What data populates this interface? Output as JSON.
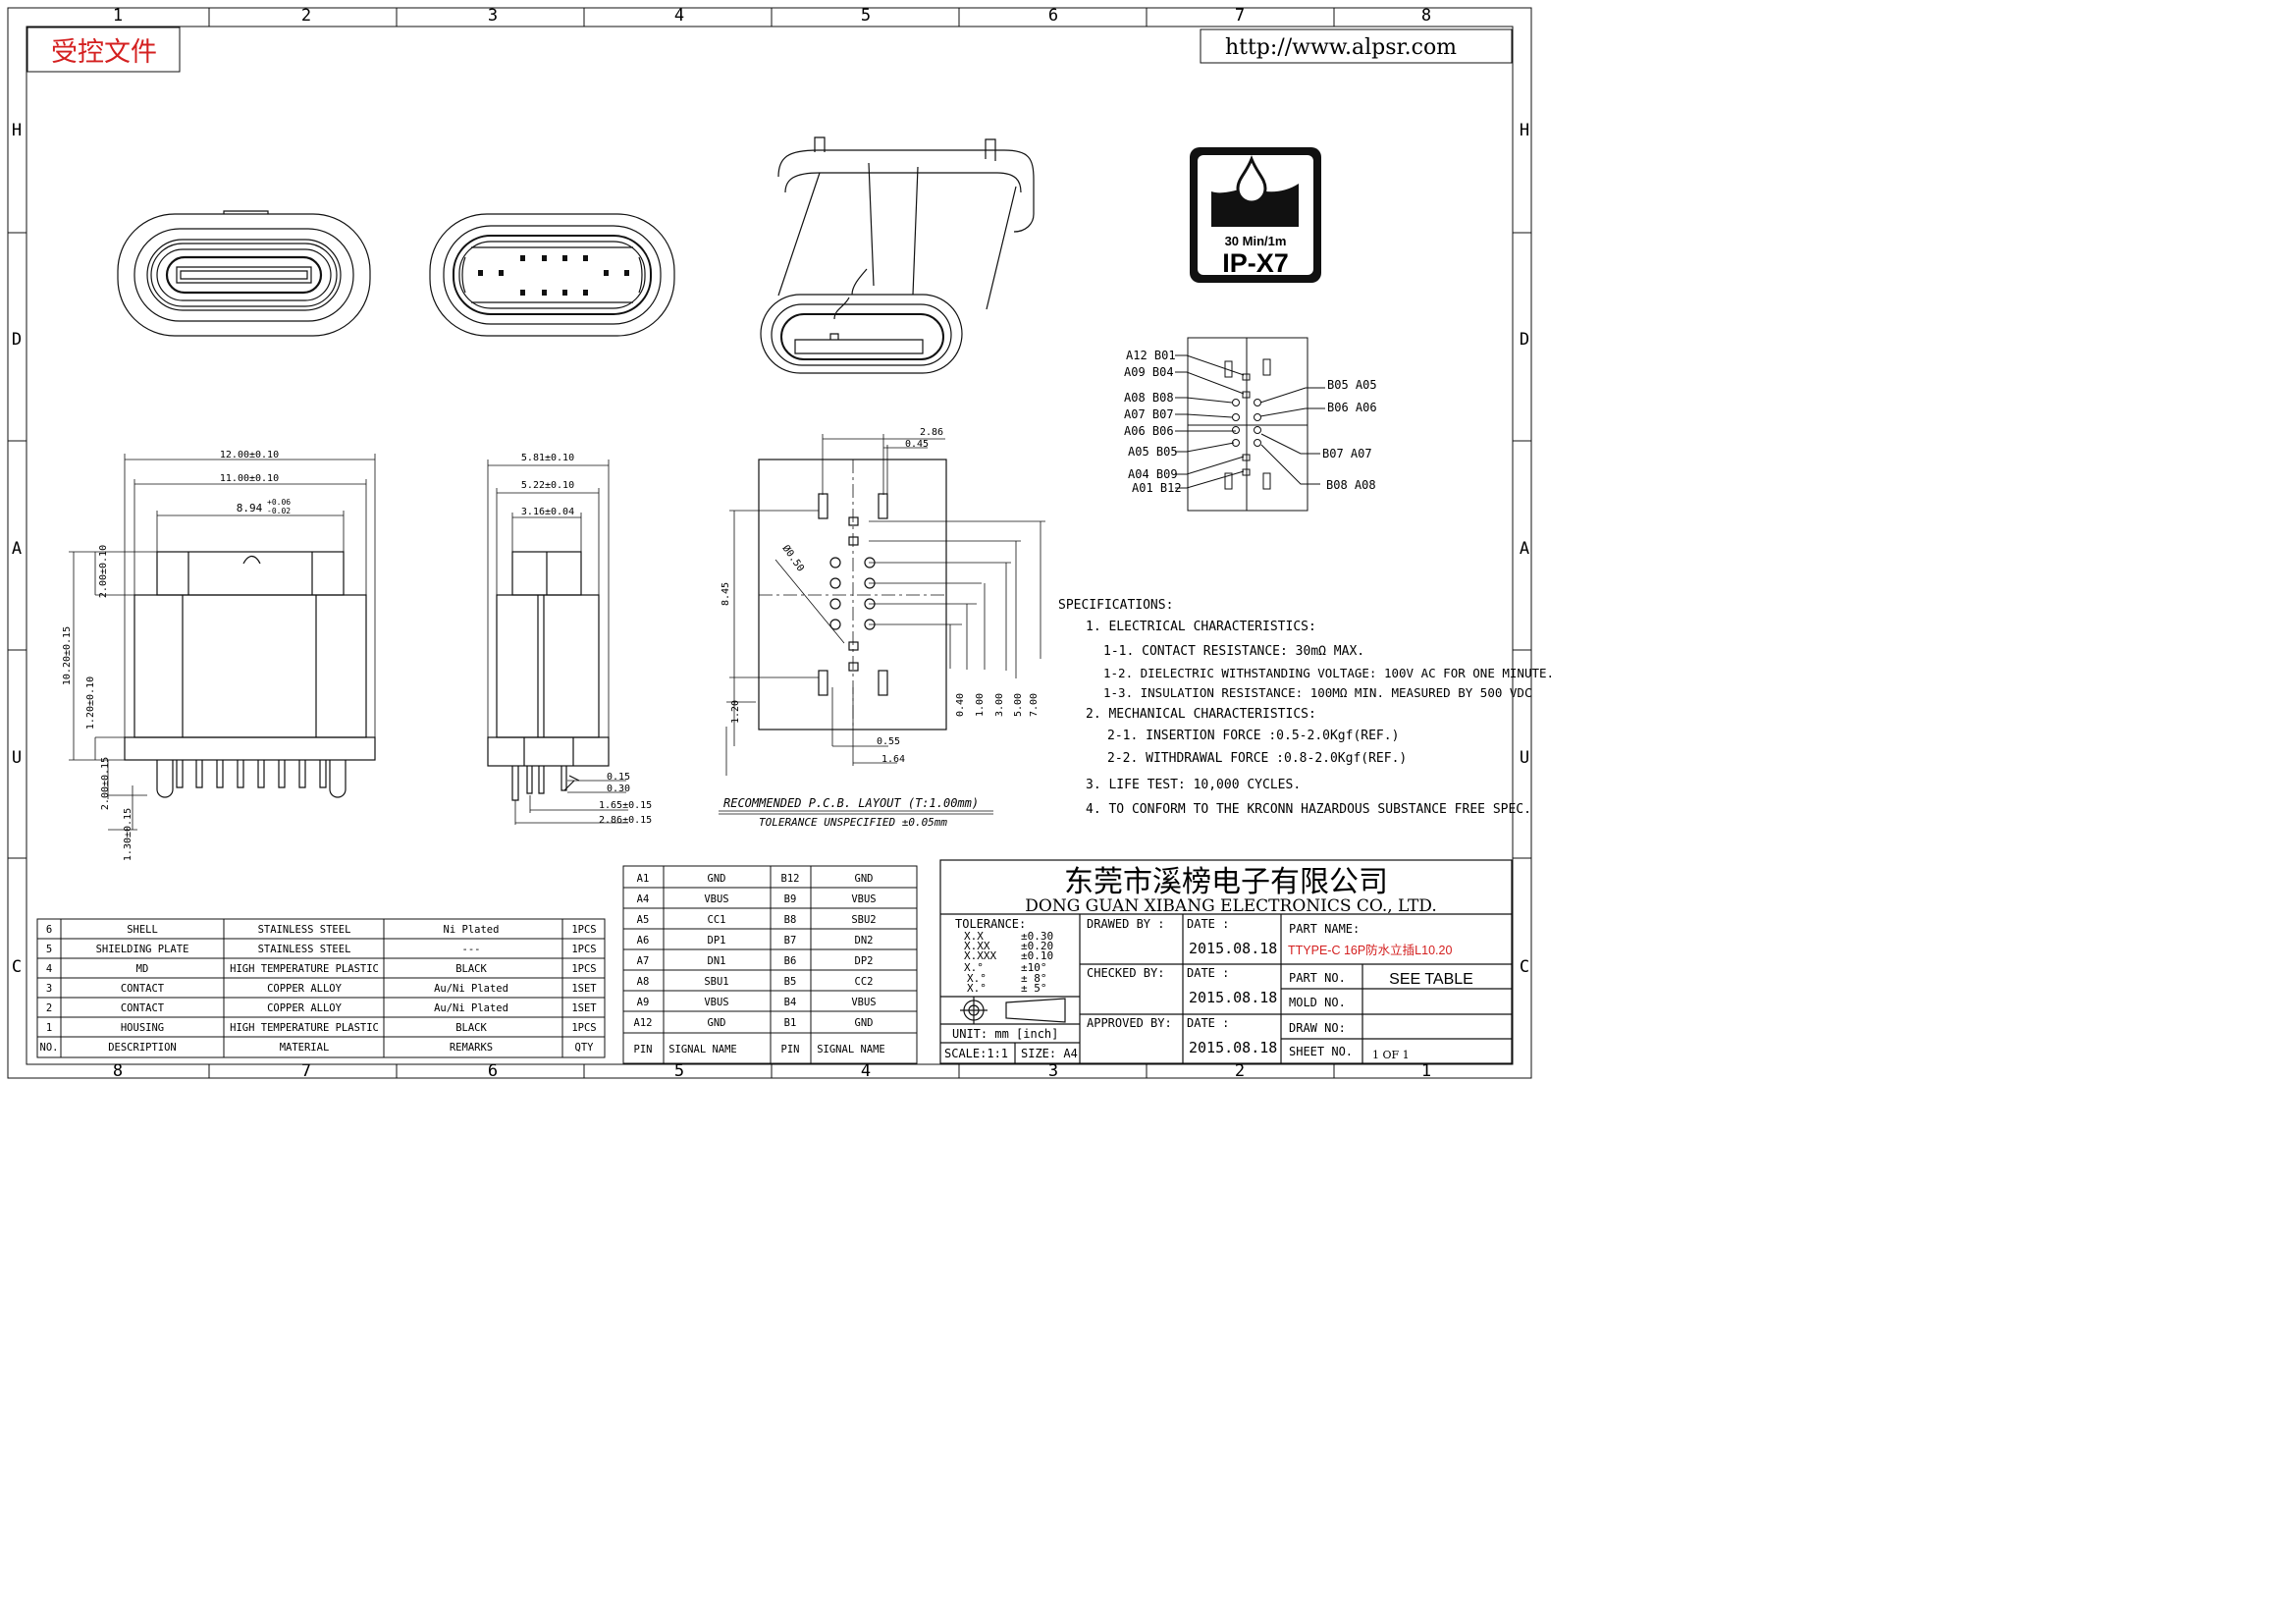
{
  "header": {
    "stamp": "受控文件",
    "website": "http://www.alpsr.com"
  },
  "border": {
    "top_cols": [
      "1",
      "2",
      "3",
      "4",
      "5",
      "6",
      "7",
      "8"
    ],
    "bottom_cols": [
      "8",
      "7",
      "6",
      "5",
      "4",
      "3",
      "2",
      "1"
    ],
    "left_rows": [
      "H",
      "D",
      "A",
      "U",
      "C"
    ],
    "right_rows": [
      "H",
      "D",
      "A",
      "U",
      "C"
    ]
  },
  "badge": {
    "line1": "30 Min/1m",
    "line2": "IP-X7"
  },
  "pin_legend": {
    "left": [
      "A12 B01",
      "A09 B04",
      "A08 B08",
      "A07 B07",
      "A06 B06",
      "A05 B05",
      "A04 B09",
      "A01 B12"
    ],
    "right": [
      "B05 A05",
      "B06 A06",
      "B07 A07",
      "B08 A08"
    ]
  },
  "dims_front": {
    "w1": "12.00±0.10",
    "w2": "11.00±0.10",
    "w3": "8.94",
    "w3_tol_up": "+0.06",
    "w3_tol_dn": "-0.02",
    "h1": "2.00±0.10",
    "h2": "10.20±0.15",
    "h3": "1.20±0.10",
    "h4": "2.00±0.15",
    "h5": "1.30±0.15"
  },
  "dims_side": {
    "w1": "5.81±0.10",
    "w2": "5.22±0.10",
    "w3": "3.16±0.04",
    "d1": "0.15",
    "d2": "0.30",
    "d3": "1.65±0.15",
    "d4": "2.86±0.15"
  },
  "dims_pcb": {
    "a": "2.86",
    "b": "0.45",
    "dia": "Ø0.50",
    "h": "8.45",
    "c": "1.20",
    "v1": "0.40",
    "v2": "1.00",
    "v3": "3.00",
    "v4": "5.00",
    "v5": "7.00",
    "d1": "0.55",
    "d2": "1.64"
  },
  "pcb_caption": {
    "title": "RECOMMENDED   P.C.B. LAYOUT (T:1.00mm)",
    "tol": "TOLERANCE UNSPECIFIED ±0.05mm"
  },
  "specs": {
    "title": "SPECIFICATIONS:",
    "lines": [
      "1. ELECTRICAL CHARACTERISTICS:",
      "1-1. CONTACT RESISTANCE: 30mΩ MAX.",
      "1-2. DIELECTRIC WITHSTANDING VOLTAGE: 100V AC FOR ONE MINUTE.",
      "1-3. INSULATION RESISTANCE: 100MΩ MIN. MEASURED BY 500 VDC",
      "2. MECHANICAL CHARACTERISTICS:",
      "2-1. INSERTION FORCE :0.5-2.0Kgf(REF.)",
      "2-2. WITHDRAWAL FORCE :0.8-2.0Kgf(REF.)",
      "3. LIFE TEST: 10,000 CYCLES.",
      "4. TO CONFORM TO THE KRCONN HAZARDOUS SUBSTANCE FREE SPEC."
    ]
  },
  "bom": {
    "rows": [
      [
        "6",
        "SHELL",
        "STAINLESS STEEL",
        "Ni Plated",
        "1PCS"
      ],
      [
        "5",
        "SHIELDING PLATE",
        "STAINLESS STEEL",
        "---",
        "1PCS"
      ],
      [
        "4",
        "MD",
        "HIGH TEMPERATURE PLASTIC",
        "BLACK",
        "1PCS"
      ],
      [
        "3",
        "CONTACT",
        "COPPER ALLOY",
        "Au/Ni Plated",
        "1SET"
      ],
      [
        "2",
        "CONTACT",
        "COPPER ALLOY",
        "Au/Ni Plated",
        "1SET"
      ],
      [
        "1",
        "HOUSING",
        "HIGH TEMPERATURE PLASTIC",
        "BLACK",
        "1PCS"
      ]
    ],
    "header": [
      "NO.",
      "DESCRIPTION",
      "MATERIAL",
      "REMARKS",
      "QTY"
    ]
  },
  "pins": {
    "rows": [
      [
        "A1",
        "GND",
        "B12",
        "GND"
      ],
      [
        "A4",
        "VBUS",
        "B9",
        "VBUS"
      ],
      [
        "A5",
        "CC1",
        "B8",
        "SBU2"
      ],
      [
        "A6",
        "DP1",
        "B7",
        "DN2"
      ],
      [
        "A7",
        "DN1",
        "B6",
        "DP2"
      ],
      [
        "A8",
        "SBU1",
        "B5",
        "CC2"
      ],
      [
        "A9",
        "VBUS",
        "B4",
        "VBUS"
      ],
      [
        "A12",
        "GND",
        "B1",
        "GND"
      ]
    ],
    "header": [
      "PIN",
      "SIGNAL NAME",
      "PIN",
      "SIGNAL NAME"
    ]
  },
  "title_block": {
    "company_cn": "东莞市溪榜电子有限公司",
    "company_en": "DONG GUAN XIBANG ELECTRONICS CO., LTD.",
    "tolerance_label": "TOLERANCE:",
    "tol_keys": [
      "X.X",
      "X.XX",
      "X.XXX",
      "X.°",
      "X.°",
      "X.°"
    ],
    "tol_vals": [
      "±0.30",
      "±0.20",
      "±0.10",
      "±10°",
      "± 8°",
      "± 5°"
    ],
    "unit_label": "UNIT:  mm  [inch]",
    "scale_label": "SCALE:1:1",
    "size_label": "SIZE:  A4",
    "drawn_by": "DRAWED BY :",
    "checked_by": "CHECKED BY:",
    "approved_by": "APPROVED BY:",
    "date_label": "DATE :",
    "date1": "2015.08.18",
    "date2": "2015.08.18",
    "date3": "2015.08.18",
    "part_name_label": "PART  NAME:",
    "part_name": "TTYPE-C 16P防水立插L10.20",
    "part_no_label": "PART  NO.",
    "part_no": "SEE TABLE",
    "mold_no_label": "MOLD  NO.",
    "draw_no_label": "DRAW  NO:",
    "sheet_no_label": "SHEET  NO.",
    "sheet_no": "1 OF 1"
  },
  "colors": {
    "stamp": "#d42020",
    "part_name": "#d42020",
    "line": "#111111"
  }
}
